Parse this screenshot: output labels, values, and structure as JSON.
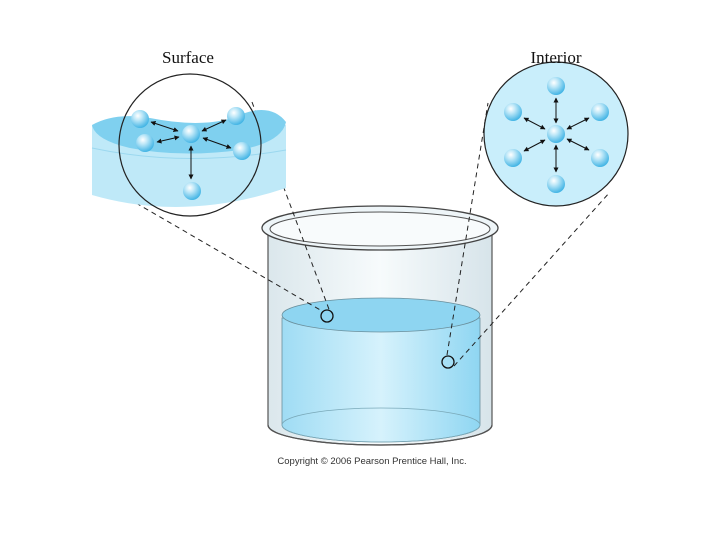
{
  "labels": {
    "surface": "Surface",
    "interior": "Interior"
  },
  "copyright": "Copyright © 2006 Pearson Prentice Hall, Inc.",
  "colors": {
    "water_light": "#c6ecf9",
    "water_mid": "#8fd6f2",
    "water_dark": "#5cc2ea",
    "glass": "#e9f2f6",
    "outline": "#333333"
  }
}
